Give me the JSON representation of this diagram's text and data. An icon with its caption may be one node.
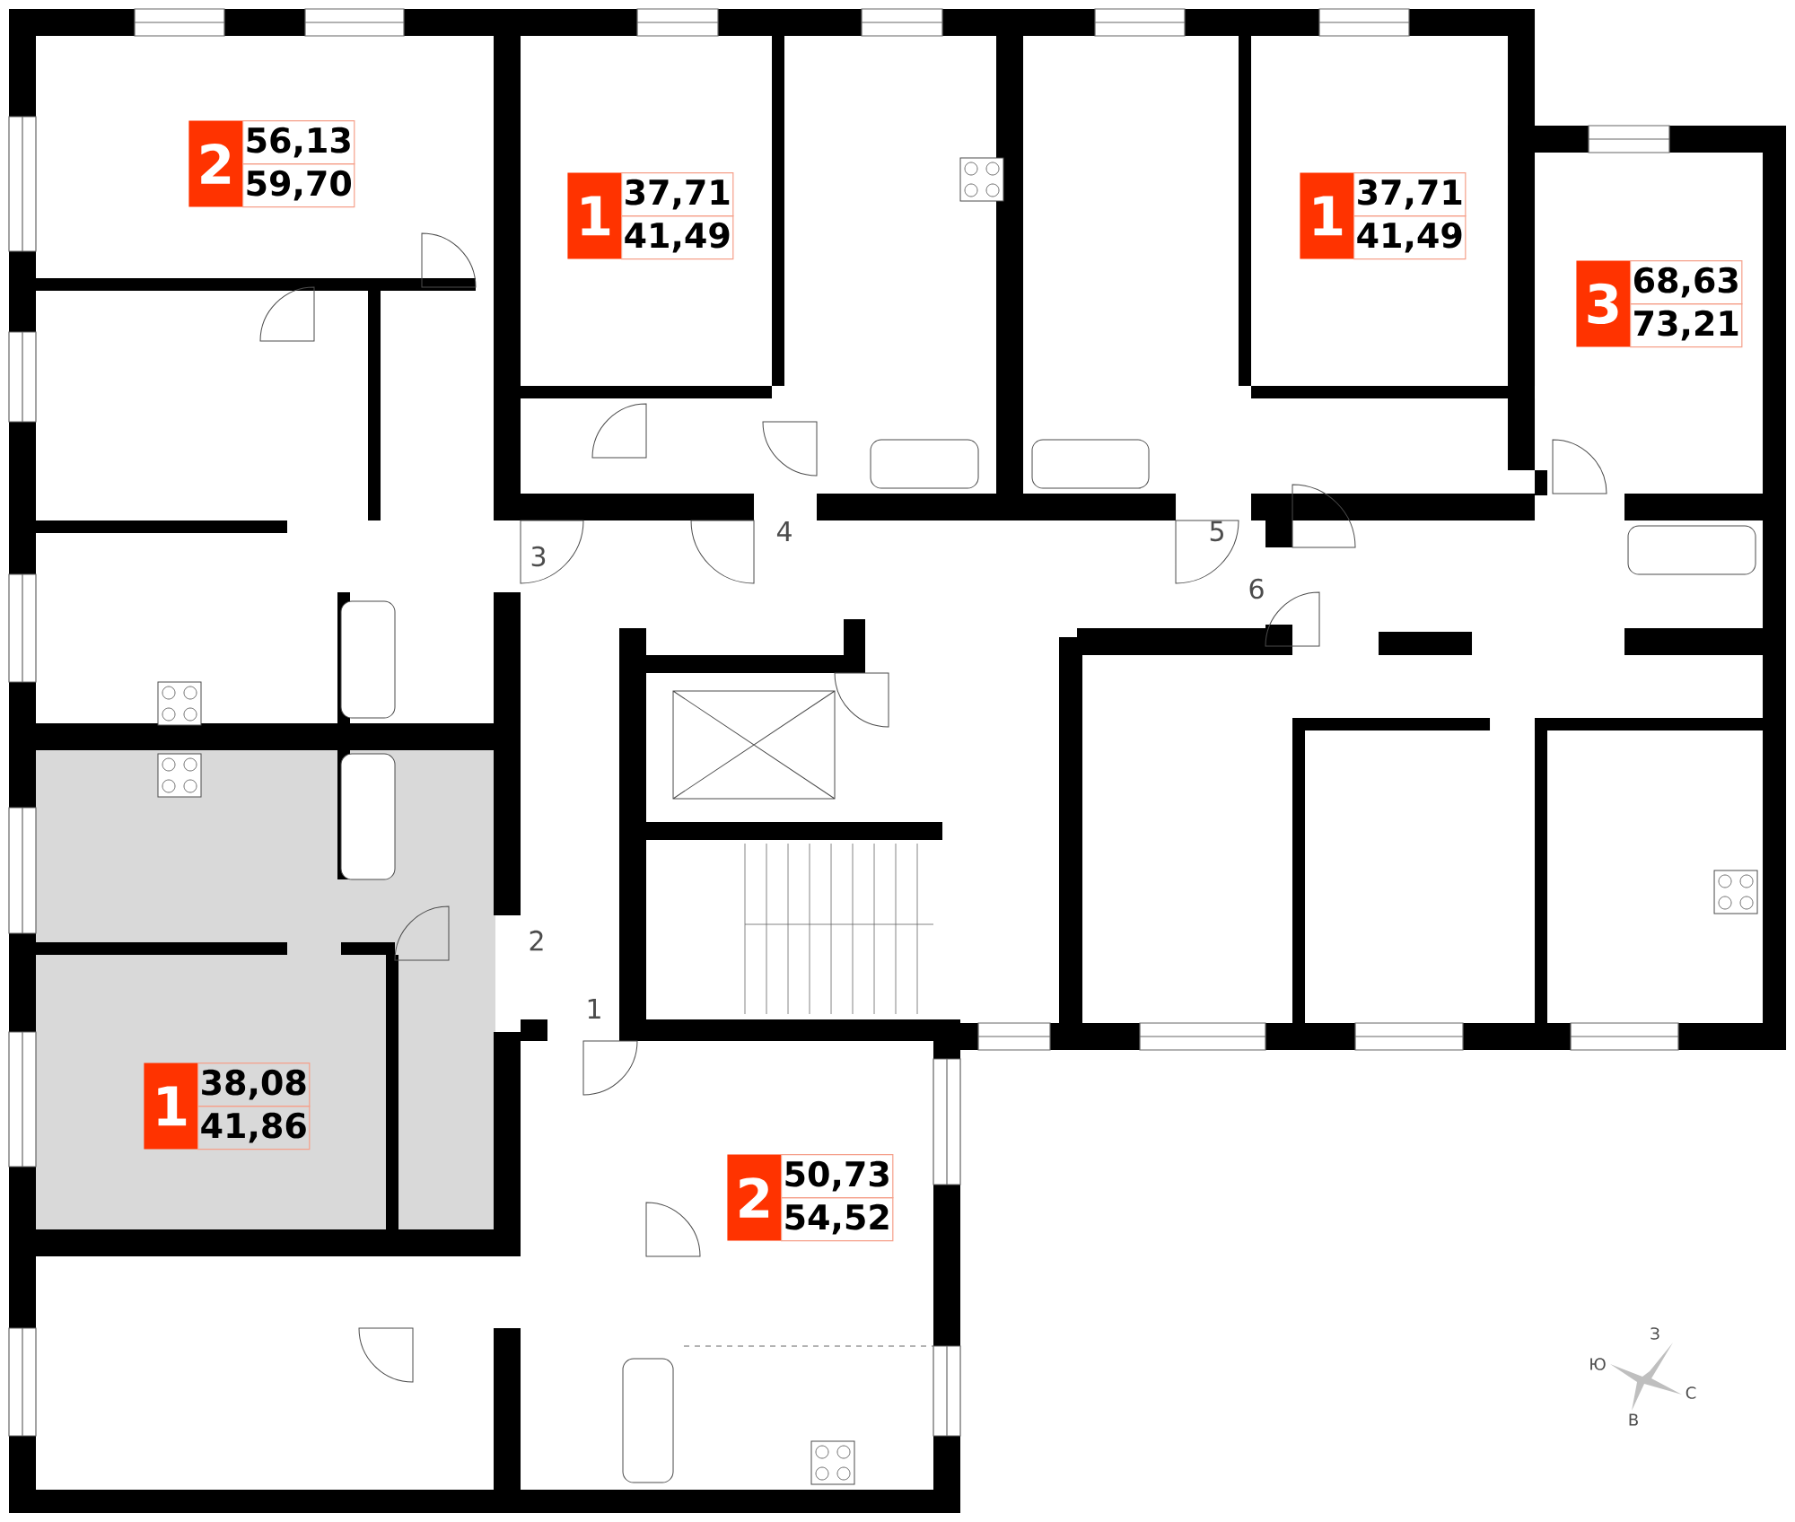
{
  "diagram": {
    "nodes": [
      {
        "text": [
          "2",
          "56,13",
          "59,70"
        ]
      },
      {
        "text": [
          "1",
          "37,71",
          "41,49"
        ]
      },
      {
        "text": [
          "1",
          "37,71",
          "41,49"
        ]
      },
      {
        "text": [
          "3",
          "68,63",
          "73,21"
        ]
      },
      {
        "text": [
          "1",
          "38,08",
          "41,86"
        ]
      },
      {
        "text": [
          "2",
          "50,73",
          "54,52"
        ]
      }
    ],
    "labels": [
      "3",
      "4",
      "5",
      "6",
      "2",
      "1",
      "З",
      "Ю",
      "С",
      "В"
    ]
  }
}
